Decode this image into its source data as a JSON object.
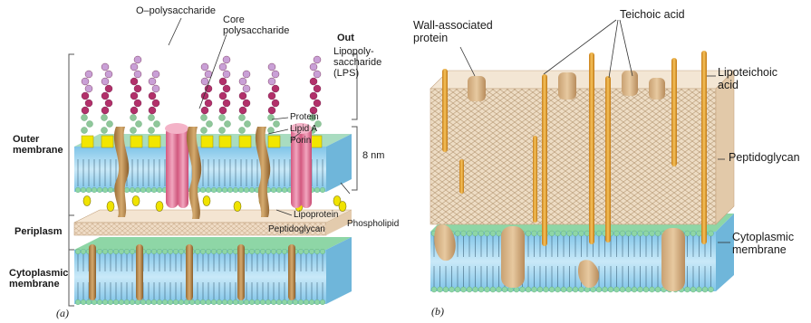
{
  "panel_a": {
    "caption": "(a)",
    "labels": {
      "o_polysaccharide": "O–polysaccharide",
      "core_polysaccharide": "Core\npolysaccharide",
      "out": "Out",
      "lps": "Lipopoly-\nsaccharide\n(LPS)",
      "protein": "Protein",
      "lipid_a": "Lipid A",
      "porin": "Porin",
      "outer_membrane": "Outer\nmembrane",
      "thickness": "8 nm",
      "periplasm": "Periplasm",
      "lipoprotein": "Lipoprotein",
      "phospholipid": "Phospholipid",
      "peptidoglycan": "Peptidoglycan",
      "cytoplasmic_membrane": "Cytoplasmic\nmembrane"
    }
  },
  "panel_b": {
    "caption": "(b)",
    "labels": {
      "wall_associated_protein": "Wall-associated\nprotein",
      "teichoic_acid": "Teichoic acid",
      "lipoteichoic_acid": "Lipoteichoic\nacid",
      "peptidoglycan": "Peptidoglycan",
      "cytoplasmic_membrane": "Cytoplasmic\nmembrane"
    }
  },
  "colors": {
    "o_chain_purple": "#c9a0d6",
    "o_chain_magenta": "#b2306a",
    "core_green": "#8fc79a",
    "lipid_a_yellow": "#f2e600",
    "porin_pink": "#e07a9c",
    "protein_brown": "#b98b4e",
    "membrane_blue": "#9fd3ee",
    "head_green": "#8ed6a6",
    "peptidoglycan_tan": "#ead7bd",
    "teichoic_orange": "#e8a83a"
  }
}
